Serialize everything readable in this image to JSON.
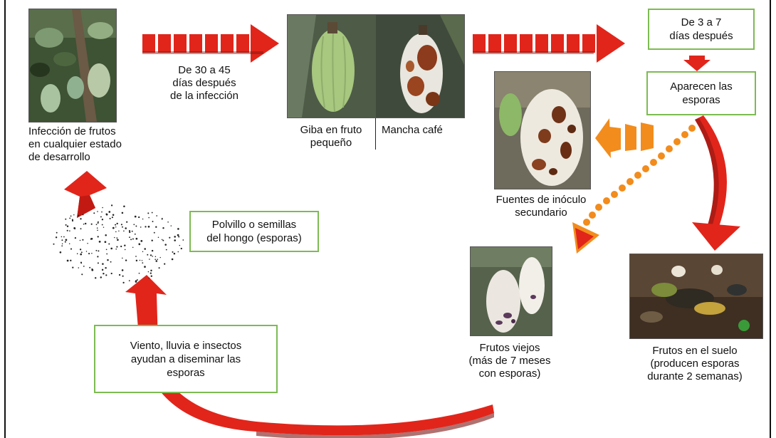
{
  "labels": {
    "infeccion": "Infección de frutos\nen cualquier estado\nde desarrollo",
    "dias_30_45": "De 30 a 45\ndías después\nde la infección",
    "giba": "Giba en fruto\npequeño",
    "mancha": "Mancha café",
    "fuentes": "Fuentes de inóculo\nsecundario",
    "frutos_viejos": "Frutos viejos\n(más de 7 meses\ncon esporas)",
    "frutos_suelo": "Frutos en el suelo\n(producen esporas\ndurante 2 semanas)"
  },
  "boxes": {
    "dias_3_7": "De 3 a 7\ndías después",
    "aparecen": "Aparecen las\nesporas",
    "polvillo": "Polvillo o semillas\ndel hongo (esporas)",
    "viento": "Viento, lluvia e insectos\nayudan a diseminar las\nesporas"
  },
  "colors": {
    "arrow_red": "#e1251b",
    "arrow_orange": "#f28c1c",
    "box_border": "#7dbb52"
  }
}
